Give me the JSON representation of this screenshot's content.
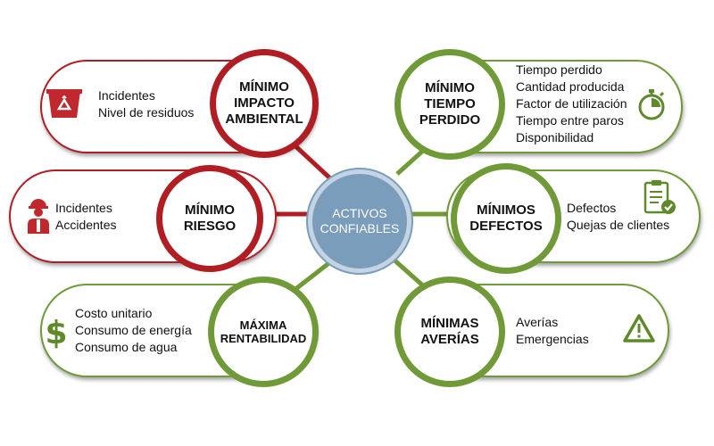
{
  "center": {
    "label": "ACTIVOS\nCONFIABLES"
  },
  "nodes": {
    "impacto": {
      "label": "MÍNIMO\nIMPACTO\nAMBIENTAL",
      "items": [
        "Incidentes",
        "Nivel de residuos"
      ],
      "icon": "recycle-bin-icon"
    },
    "riesgo": {
      "label": "MÍNIMO\nRIESGO",
      "items": [
        "Incidentes",
        "Accidentes"
      ],
      "icon": "worker-icon"
    },
    "rentabilidad": {
      "label": "MÁXIMA\nRENTABILIDAD",
      "items": [
        "Costo unitario",
        "Consumo de energía",
        "Consumo de agua"
      ],
      "icon": "dollar-icon"
    },
    "tiempo": {
      "label": "MÍNIMO\nTIEMPO\nPERDIDO",
      "items": [
        "Tiempo perdido",
        "Cantidad producida",
        "Factor de utilización",
        "Tiempo entre paros",
        "Disponibilidad"
      ],
      "icon": "stopwatch-icon"
    },
    "defectos": {
      "label": "MÍNIMOS\nDEFECTOS",
      "items": [
        "Defectos",
        "Quejas de clientes"
      ],
      "icon": "checklist-icon"
    },
    "averias": {
      "label": "MÍNIMAS\nAVERÍAS",
      "items": [
        "Averías",
        "Emergencias"
      ],
      "icon": "warning-icon"
    }
  },
  "colors": {
    "red": "#b01e24",
    "green": "#6f9a37",
    "center": "#7a9dbb",
    "icon_red": "#c0282d",
    "icon_green": "#5f8a2c"
  }
}
